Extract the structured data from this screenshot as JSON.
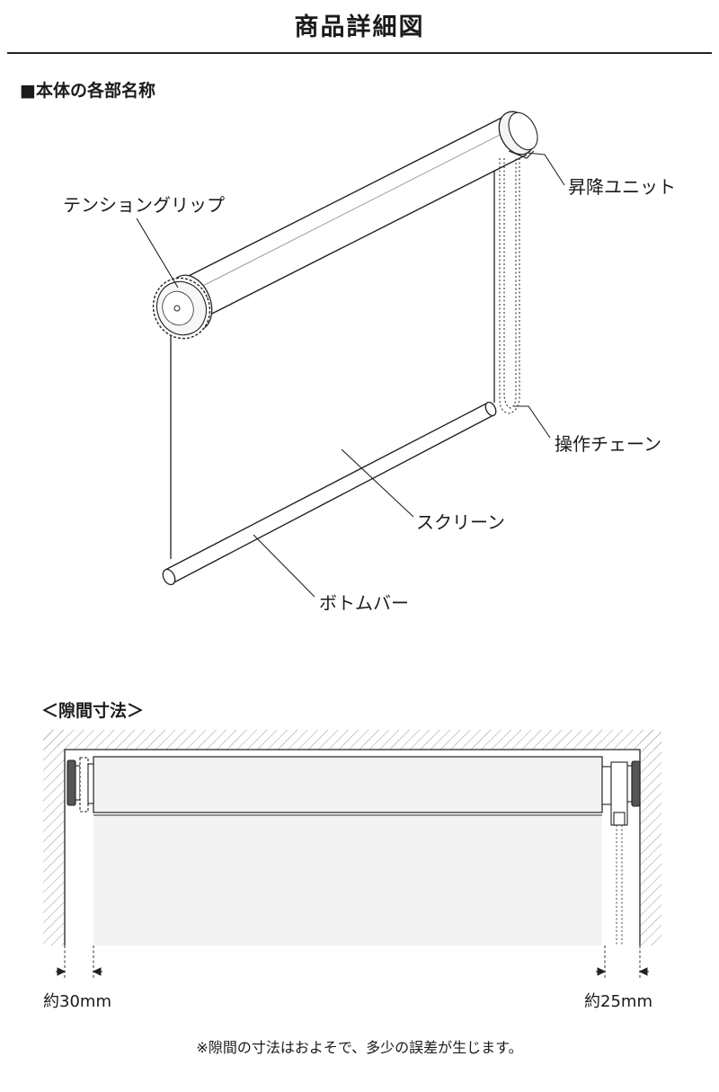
{
  "title": "商品詳細図",
  "section_parts": "■本体の各部名称",
  "parts": {
    "tension_grip": "テンショングリップ",
    "lift_unit": "昇降ユニット",
    "operation_chain": "操作チェーン",
    "screen": "スクリーン",
    "bottom_bar": "ボトムバー"
  },
  "section_gap": "＜隙間寸法＞",
  "gap_left": "約30mm",
  "gap_right": "約25mm",
  "note": "※隙間の寸法はおよそで、多少の誤差が生じます。"
}
